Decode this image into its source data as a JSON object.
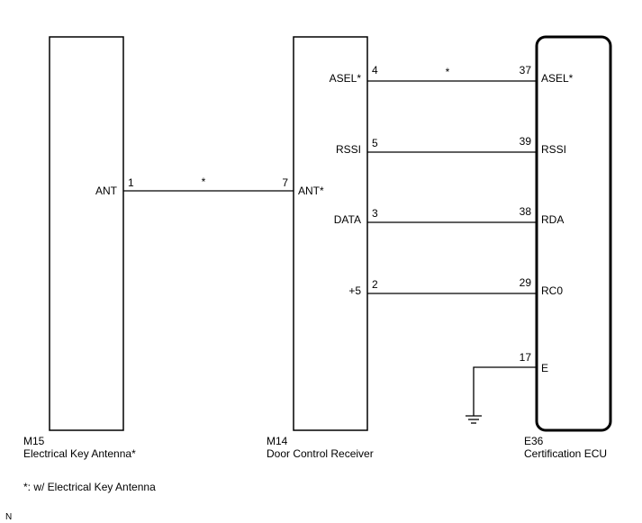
{
  "components": {
    "m15": {
      "code": "M15",
      "name": "Electrical Key Antenna*"
    },
    "m14": {
      "code": "M14",
      "name": "Door Control Receiver"
    },
    "e36": {
      "code": "E36",
      "name": "Certification ECU"
    }
  },
  "m15_terminals": [
    {
      "label": "ANT",
      "pin": "1"
    }
  ],
  "m14_left_terminals": [
    {
      "label": "ANT*",
      "pin": "7"
    }
  ],
  "m14_right_terminals": [
    {
      "label": "ASEL*",
      "pin": "4"
    },
    {
      "label": "RSSI",
      "pin": "5"
    },
    {
      "label": "DATA",
      "pin": "3"
    },
    {
      "label": "+5",
      "pin": "2"
    }
  ],
  "e36_terminals": [
    {
      "label": "ASEL*",
      "pin": "37"
    },
    {
      "label": "RSSI",
      "pin": "39"
    },
    {
      "label": "RDA",
      "pin": "38"
    },
    {
      "label": "RC0",
      "pin": "29"
    },
    {
      "label": "E",
      "pin": "17"
    }
  ],
  "wire_marks": {
    "ant_wire": "*",
    "asel_wire": "*"
  },
  "footnote": "*: w/ Electrical Key Antenna",
  "corner_mark": "N"
}
